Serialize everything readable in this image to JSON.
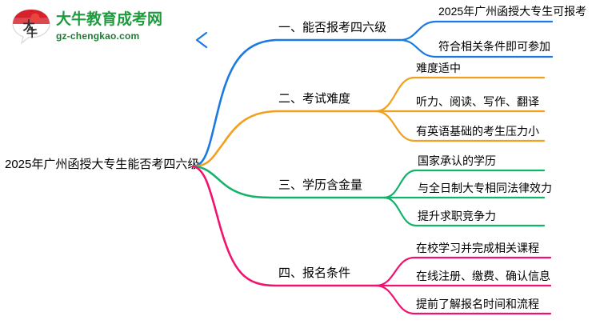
{
  "logo": {
    "name": "大牛教育成考网",
    "url": "gz-chengkao.com",
    "mark_text": "大牛",
    "color": "#1f9b3f"
  },
  "root": {
    "label": "2025年广州函授大专生能否考四六级"
  },
  "branches": [
    {
      "id": "branch-1",
      "title": "一、能否报考四六级",
      "color": "#1a7ae0",
      "children": [
        "2025年广州函授大专生可报考",
        "符合相关条件即可参加"
      ]
    },
    {
      "id": "branch-2",
      "title": "二、考试难度",
      "color": "#f0a01e",
      "children": [
        "难度适中",
        "听力、阅读、写作、翻译",
        "有英语基础的考生压力小"
      ]
    },
    {
      "id": "branch-3",
      "title": "三、学历含金量",
      "color": "#13b26b",
      "children": [
        "国家承认的学历",
        "与全日制大专相同法律效力",
        "提升求职竞争力"
      ]
    },
    {
      "id": "branch-4",
      "title": "四、报名条件",
      "color": "#f0126e",
      "children": [
        "在校学习并完成相关课程",
        "在线注册、缴费、确认信息",
        "提前了解报名时间和流程"
      ]
    }
  ]
}
